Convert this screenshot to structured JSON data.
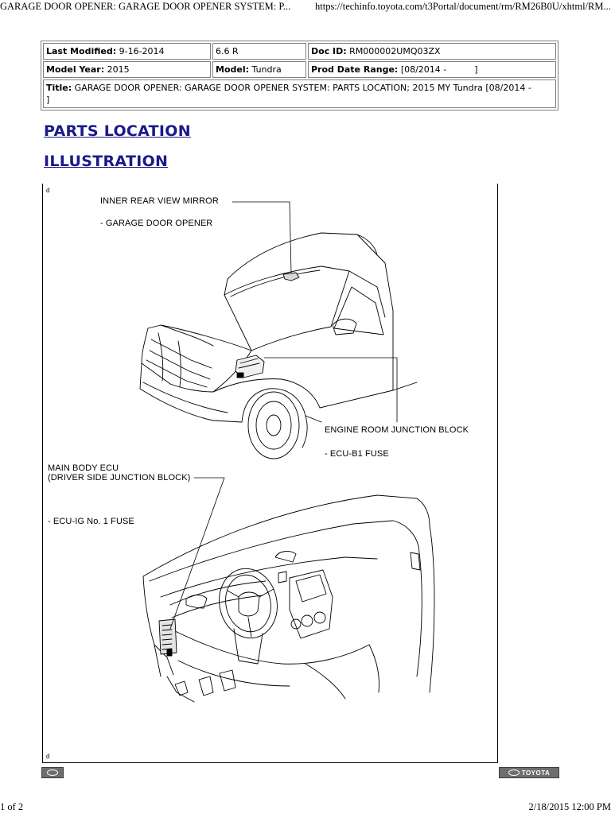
{
  "print_header": {
    "title": "GARAGE DOOR OPENER: GARAGE DOOR OPENER SYSTEM: P...",
    "url": "https://techinfo.toyota.com/t3Portal/document/rm/RM26B0U/xhtml/RM..."
  },
  "meta_table": {
    "last_modified_label": "Last Modified:",
    "last_modified_value": "9-16-2014",
    "engine": "6.6 R",
    "doc_id_label": "Doc ID:",
    "doc_id_value": "RM000002UMQ03ZX",
    "model_year_label": "Model Year:",
    "model_year_value": "2015",
    "model_label": "Model:",
    "model_value": "Tundra",
    "prod_date_label": "Prod Date Range:",
    "prod_date_value": "[08/2014 -          ]",
    "title_label": "Title:",
    "title_value": "GARAGE DOOR OPENER: GARAGE DOOR OPENER SYSTEM: PARTS LOCATION; 2015 MY Tundra [08/2014 -          ]"
  },
  "headings": {
    "parts_location": "PARTS LOCATION",
    "illustration": "ILLUSTRATION"
  },
  "figure": {
    "inner_mirror": "INNER REAR VIEW MIRROR",
    "garage_opener": "- GARAGE DOOR OPENER",
    "engine_room_jb": "ENGINE ROOM JUNCTION BLOCK",
    "ecu_b1_fuse": "- ECU-B1 FUSE",
    "main_body_ecu": "MAIN BODY ECU",
    "driver_side_jb": "(DRIVER SIDE JUNCTION BLOCK)",
    "ecu_ig_fuse": "- ECU-IG No. 1 FUSE",
    "corner_mark": "d"
  },
  "nav": {
    "right_brand": "TOYOTA"
  },
  "print_footer": {
    "page": "1 of 2",
    "datetime": "2/18/2015 12:00 PM"
  }
}
